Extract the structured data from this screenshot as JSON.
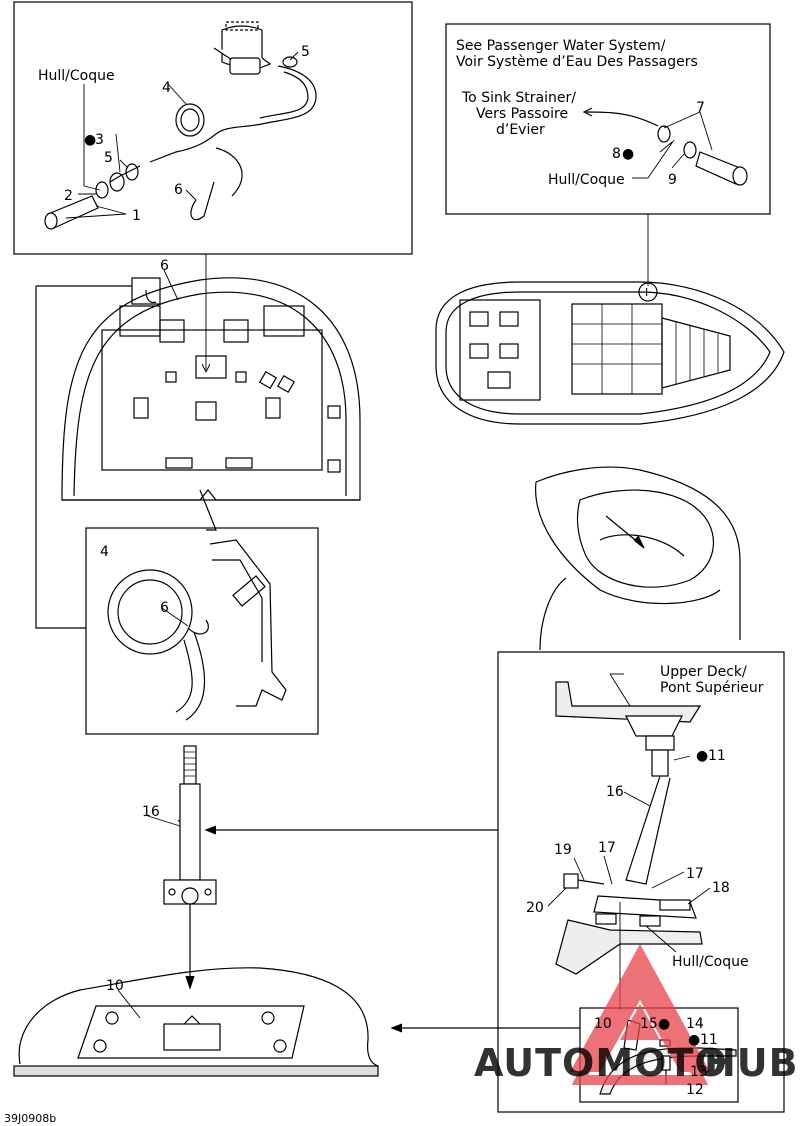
{
  "labels": {
    "hull_coque": "Hull/Coque",
    "see_passenger_1": "See Passenger Water System/",
    "see_passenger_2": "Voir Système d’Eau Des Passagers",
    "sink_1": "To Sink Strainer/",
    "sink_2": "Vers Passoire",
    "sink_3": "d’Evier",
    "upper_deck_1": "Upper Deck/",
    "upper_deck_2": "Pont Supérieur",
    "detail_ref": "I",
    "figure_code": "39J0908b"
  },
  "callouts": {
    "n1": "1",
    "n2": "2",
    "n3": "3",
    "n4": "4",
    "n5": "5",
    "n6": "6",
    "n7": "7",
    "n8": "8",
    "n9": "9",
    "n10": "10",
    "n11": "11",
    "n12": "12",
    "n13": "13",
    "n14": "14",
    "n15": "15",
    "n16": "16",
    "n17": "17",
    "n18": "18",
    "n19": "19",
    "n20": "20"
  },
  "watermark": {
    "part1": "AUTOMOTO",
    "part2": "HUB",
    "color_red": "#e8434b",
    "color_yellow": "#f2b51d"
  }
}
